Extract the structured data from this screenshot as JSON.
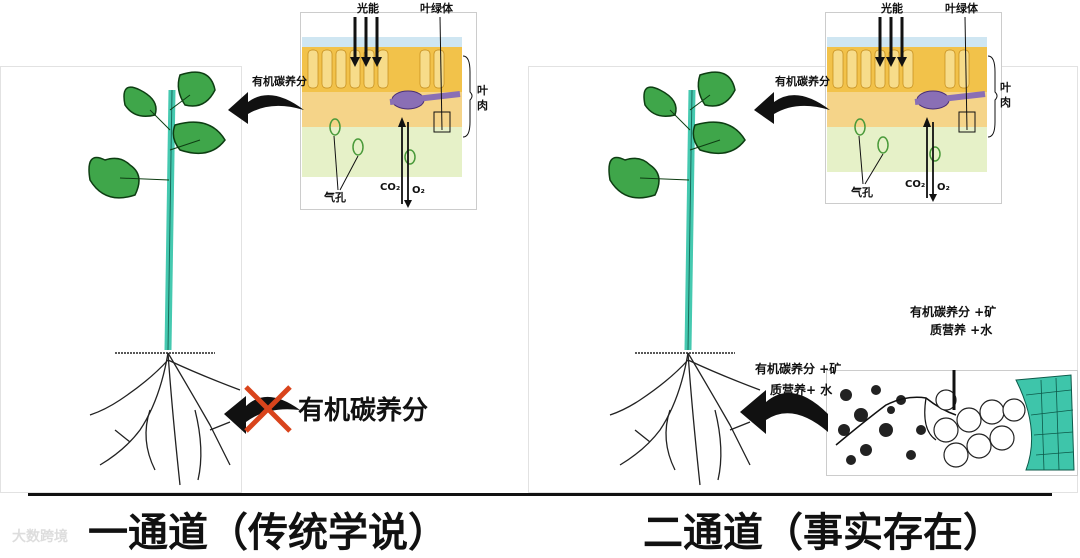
{
  "left_panel": {
    "leaf_section": {
      "light_label": "光能",
      "chloroplast_label": "叶绿体",
      "mesophyll_label": "叶\n肉",
      "stoma_label": "气孔",
      "co2_label": "CO₂",
      "o2_label": "O₂"
    },
    "arrow_leaf_label": "有机碳养分",
    "root_arrow_label": "有机碳养分",
    "root_arrow_crossed": true
  },
  "right_panel": {
    "leaf_section": {
      "light_label": "光能",
      "chloroplast_label": "叶绿体",
      "mesophyll_label": "叶\n肉",
      "stoma_label": "气孔",
      "co2_label": "CO₂",
      "o2_label": "O₂"
    },
    "arrow_leaf_label": "有机碳养分",
    "root_top_label_line1": "有机碳养分 +矿",
    "root_top_label_line2": "质营养 +水",
    "root_arrow_label_line1": "有机碳养分 +矿",
    "root_arrow_label_line2": "质营养+ 水"
  },
  "footer": {
    "left_caption": "一通道（传统学说）",
    "right_caption": "二通道（事实存在）"
  },
  "watermark": "大数跨境",
  "colors": {
    "leaf_green": "#3fa64a",
    "stem_teal": "#45c9b0",
    "cross_red": "#d9441c",
    "cell_teal": "#3ec5aa",
    "mesophyll_yellow": "#f2c24a",
    "vein_purple": "#8a6fb5"
  }
}
